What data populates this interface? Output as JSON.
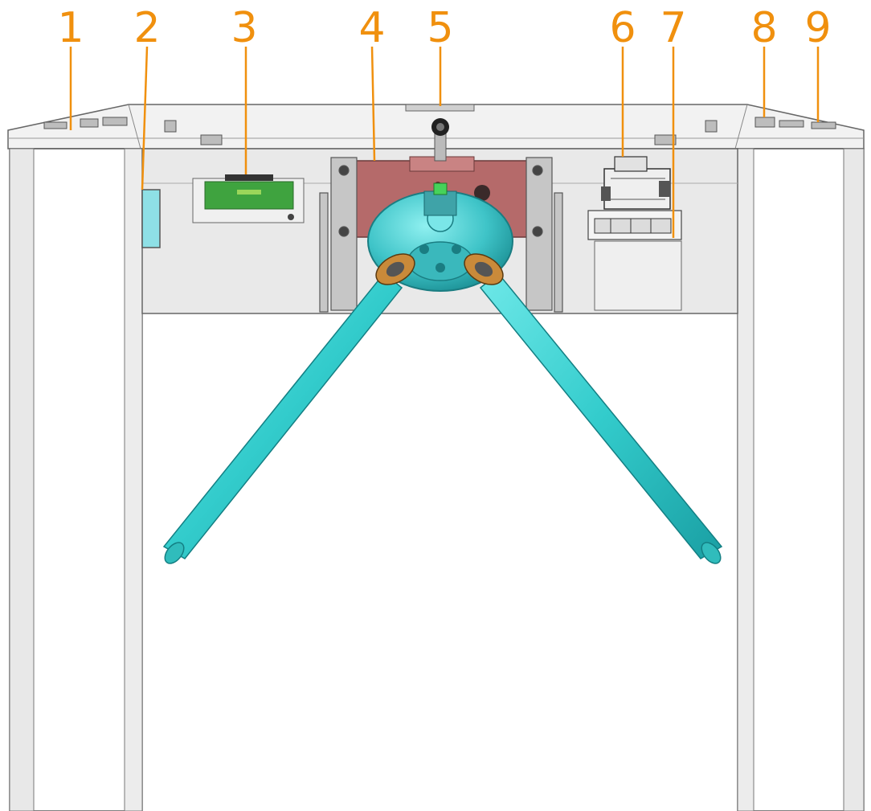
{
  "callouts": [
    {
      "id": 1,
      "label": "1"
    },
    {
      "id": 2,
      "label": "2"
    },
    {
      "id": 3,
      "label": "3"
    },
    {
      "id": 4,
      "label": "4"
    },
    {
      "id": 5,
      "label": "5"
    },
    {
      "id": 6,
      "label": "6"
    },
    {
      "id": 7,
      "label": "7"
    },
    {
      "id": 8,
      "label": "8"
    },
    {
      "id": 9,
      "label": "9"
    }
  ],
  "colors": {
    "callout": "#f0900e",
    "arm": "#3fd6d6",
    "arm_shade": "#1fa6a8",
    "hub": "#4fc9cc",
    "mount_plate": "#b56a6a",
    "pcb": "#3fa33f",
    "frame_fill": "#ffffff",
    "frame_stroke": "#555555",
    "panel_fill": "#e6e6e6"
  }
}
